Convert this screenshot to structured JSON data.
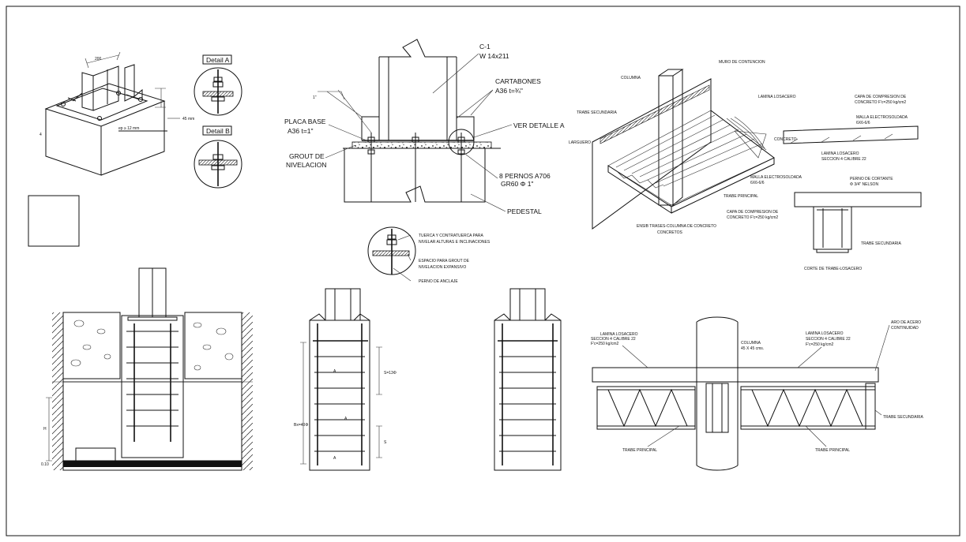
{
  "base_plate": {
    "detail_a": "Detail A",
    "detail_b": "Detail B",
    "plate_note": "ep ≥ 12 mm",
    "dim_a": "4",
    "dim_b": "200",
    "dim_c": "45 mm"
  },
  "column_section": {
    "column_id": "C-1",
    "column_profile": "W 14x211",
    "gusset_title": "CARTABONES",
    "gusset_spec": "A36 t=¾\"",
    "base_plate_title": "PLACA BASE",
    "base_plate_spec": "A36 t=1\"",
    "grout_line1": "GROUT DE",
    "grout_line2": "NIVELACION",
    "see_detail": "VER DETALLE A",
    "bolts_line1": "8 PERNOS A706",
    "bolts_line2": "GR60 Φ 1\"",
    "pedestal": "PEDESTAL",
    "angle_mark": "1\""
  },
  "detail_callout": {
    "note1_line1": "TUERCA Y CONTRATUERCA PARA",
    "note1_line2": "NIVELAR ALTURAS E INCLINACIONES",
    "note2_line1": "ESPACIO PARA GROUT DE",
    "note2_line2": "NIVELACION EXPANSIVO",
    "note3": "PERNO DE ANCLAJE"
  },
  "iso_deck": {
    "labels": [
      "COLUMNA",
      "MURO DE CONTENCION",
      "LAMINA LOSACERO",
      "LARGUERO",
      "TRABE SECUNDARIA",
      "CONCRETO",
      "TRABE PRINCIPAL"
    ],
    "caption_line1": "ENSIB TRASES-COLUMNA DE CONCRETO",
    "caption_line2": "CONCRETOS"
  },
  "deck_section": {
    "top_label1": "CAPA DE COMPRESION DE",
    "top_label2": "CONCRETO F'c=250 kg/cm2",
    "mesh_label1": "MALLA ELECTROSOLDADA",
    "mesh_label2": "6X6-6/6",
    "deck_label1": "LAMINA LOSACERO",
    "deck_label2": "SECCION 4 CALIBRE 22",
    "mid_mesh1": "MALLA ELECTROSOLDADA",
    "mid_mesh2": "6X6-6/6",
    "stud1": "PERNO DE CORTANTE",
    "stud2": "Φ 3/4\" NELSON",
    "slab1": "CAPA DE COMPRESION DE",
    "slab2": "CONCRETO F'c=250 kg/cm2",
    "beam": "TRABE SECUNDARIA",
    "caption": "CORTE DE TRABE-LOSACERO"
  },
  "footing": {
    "dim_h": "H",
    "dim_base": "0.10"
  },
  "pedestal_elev": {
    "dim_total": "Bx=40Φ",
    "dim_spacing": "S=13Φ",
    "dim_s": "S",
    "tick_a": "A",
    "tick_b": "A",
    "tick_c": "A"
  },
  "beam_elev": {
    "deck_left1": "LAMINA LOSACERO",
    "deck_left2": "SECCION 4 CALIBRE 22",
    "deck_left3": "F'c=250 kg/cm2",
    "column": "COLUMNA",
    "column_size": "45 X 45 cms.",
    "deck_right1": "LAMINA LOSACERO",
    "deck_right2": "SECCION 4 CALIBRE 22",
    "deck_right3": "F'c=250 kg/cm2",
    "angle1": "ARO DE ACERO",
    "angle2": "CONTINUIDAD",
    "beam_main_left": "TRABE PRINCIPAL",
    "beam_main_right": "TRABE PRINCIPAL",
    "beam_sec": "TRABE SECUNDARIA"
  }
}
